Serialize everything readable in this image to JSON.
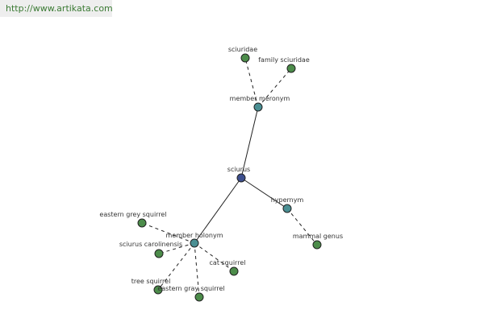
{
  "watermark": "http://www.artikata.com",
  "colors": {
    "leaf_node": "#4c8c4a",
    "relation_node": "#4a8f93",
    "center_node": "#3d4f8e",
    "edge": "#222222"
  },
  "nodes": {
    "sciurus": "sciurus",
    "member_meronym": "member meronym",
    "sciuridae": "sciuridae",
    "family_sciuridae": "family sciuridae",
    "hypernym": "hypernym",
    "mammal_genus": "mammal genus",
    "member_holonym": "member holonym",
    "eastern_grey_squirrel": "eastern grey squirrel",
    "sciurus_carolinensis": "sciurus carolinensis",
    "cat_squirrel": "cat squirrel",
    "tree_squirrel": "tree squirrel",
    "eastern_gray_squirrel": "eastern gray squirrel"
  }
}
